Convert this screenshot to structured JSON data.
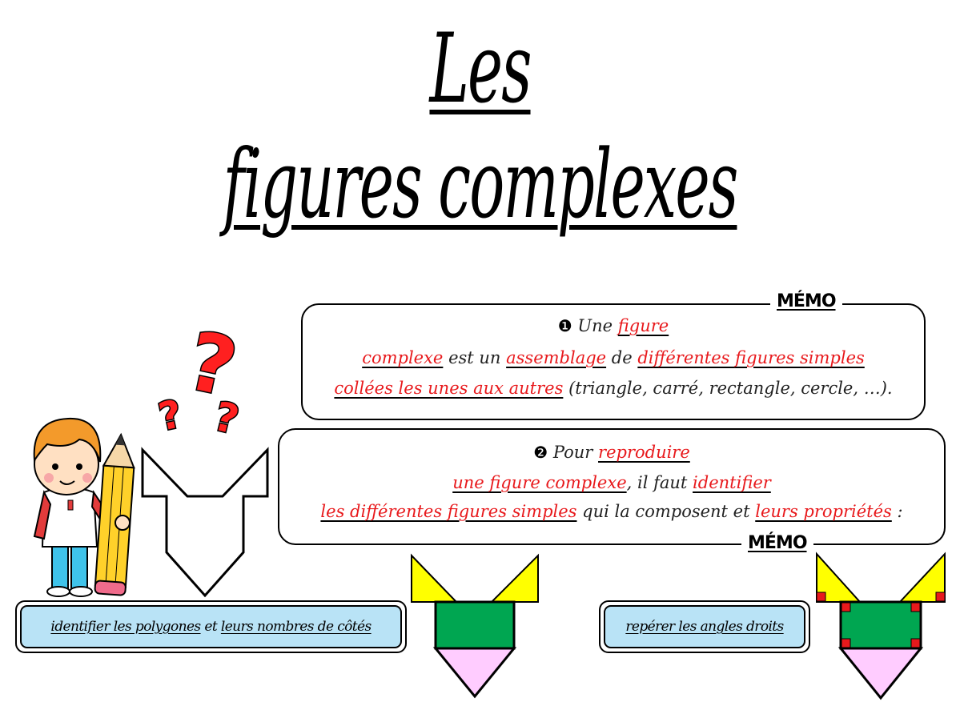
{
  "title": {
    "line1": "Les",
    "line2": "figures complexes"
  },
  "memo1": {
    "tag": "MÉMO",
    "bullet": "❶",
    "l1a": "Une",
    "l1b": "figure",
    "l2a": "complexe",
    "l2b": "est un",
    "l2c": "assemblage",
    "l2d": "de",
    "l2e": "différentes figures simples",
    "l3a": "collées les unes aux autres",
    "l3b": "(triangle, carré, rectangle, cercle, …)."
  },
  "memo2": {
    "tag": "MÉMO",
    "bullet": "❷",
    "l1a": "Pour",
    "l1b": "reproduire",
    "l2a": "une figure complexe",
    "l2b": ", il faut",
    "l2c": "identifier",
    "l3a": "les différentes figures simples",
    "l3b": "qui la composent et",
    "l3c": "leurs propriétés",
    "l3d": ":"
  },
  "label1": {
    "a": "identifier les polygones",
    "b": "et",
    "c": "leurs nombres de côtés"
  },
  "label2": {
    "text": "repérer les angles droits"
  },
  "colors": {
    "red": "#e8191c",
    "yellow": "#ffff00",
    "green": "#00a651",
    "pink": "#ffccff",
    "label_blue": "#b9e3f6",
    "right_angle_marker": "#e8191c"
  },
  "icons": [
    "question-marks-icon",
    "boy-with-pencil-illustration"
  ]
}
